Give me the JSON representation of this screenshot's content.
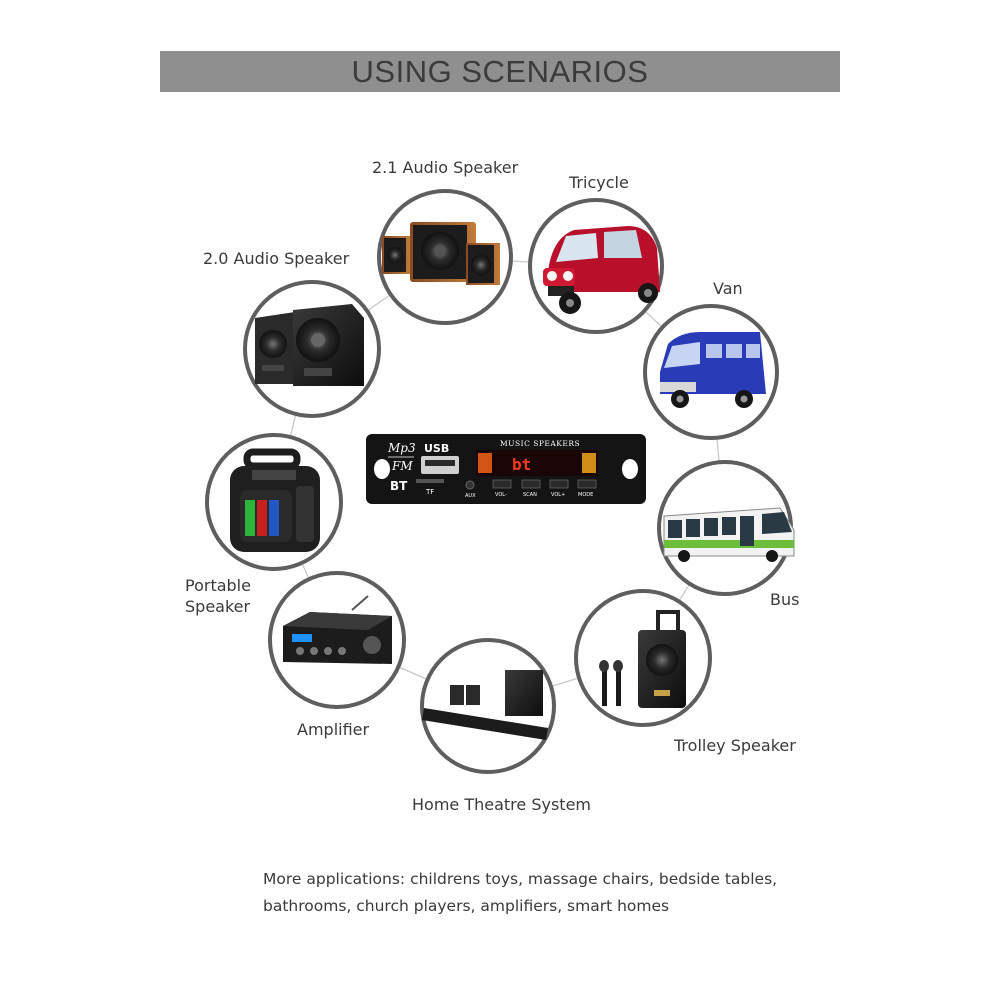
{
  "header": {
    "title": "USING SCENARIOS"
  },
  "module": {
    "logo_line1": "Mp3",
    "logo_line2": "FM",
    "bt": "BT",
    "usb": "USB",
    "tf": "TF",
    "aux": "AUX",
    "brand": "MUSIC SPEAKERS",
    "display": "bt",
    "buttons": [
      "VOL-",
      "SCAN",
      "VOL+",
      "MODE"
    ]
  },
  "scenarios": [
    {
      "id": "speaker-21",
      "label": "2.1  Audio Speaker"
    },
    {
      "id": "tricycle",
      "label": "Tricycle"
    },
    {
      "id": "speaker-20",
      "label": "2.0 Audio Speaker"
    },
    {
      "id": "van",
      "label": "Van"
    },
    {
      "id": "portable-speaker",
      "label": "Portable\nSpeaker"
    },
    {
      "id": "bus",
      "label": "Bus"
    },
    {
      "id": "amplifier",
      "label": "Amplifier"
    },
    {
      "id": "trolley-speaker",
      "label": "Trolley Speaker"
    },
    {
      "id": "home-theatre",
      "label": "Home Theatre System"
    }
  ],
  "footer": {
    "line1": "More applications: childrens toys, massage chairs, bedside tables,",
    "line2": "bathrooms, church players, amplifiers, smart homes"
  },
  "colors": {
    "banner": "#8f8f8f",
    "ring": "#5e5e5e",
    "connector": "#c9c9c9",
    "module": "#141414",
    "led": "#ff3b1f"
  }
}
